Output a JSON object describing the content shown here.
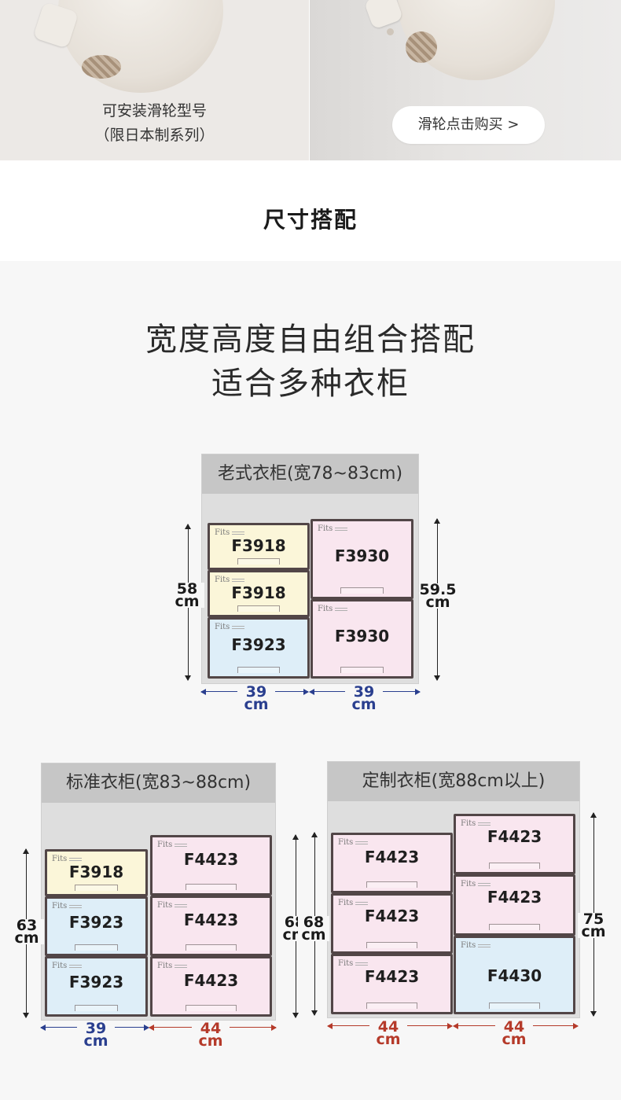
{
  "promo": {
    "left_caption_line1": "可安装滑轮型号",
    "left_caption_line2": "（限日本制系列）",
    "buy_button": "滑轮点击购买 >"
  },
  "section": {
    "title": "尺寸搭配"
  },
  "headline": {
    "line1": "宽度高度自由组合搭配",
    "line2": "适合多种衣柜"
  },
  "brand": "Fits",
  "wardrobes": [
    {
      "title": "老式衣柜(宽78~83cm)",
      "left_column": [
        "F3918",
        "F3918",
        "F3923"
      ],
      "right_column": [
        "F3930",
        "F3930"
      ],
      "left_height": {
        "value": "58",
        "unit": "cm"
      },
      "right_height": {
        "value": "59.5",
        "unit": "cm"
      },
      "left_width": {
        "value": "39",
        "unit": "cm"
      },
      "right_width": {
        "value": "39",
        "unit": "cm"
      }
    },
    {
      "title": "标准衣柜(宽83~88cm)",
      "left_column": [
        "F3918",
        "F3923",
        "F3923"
      ],
      "right_column": [
        "F4423",
        "F4423",
        "F4423"
      ],
      "left_height": {
        "value": "63",
        "unit": "cm"
      },
      "right_height": {
        "value": "68",
        "unit": "cm"
      },
      "left_width": {
        "value": "39",
        "unit": "cm"
      },
      "right_width": {
        "value": "44",
        "unit": "cm"
      }
    },
    {
      "title": "定制衣柜(宽88cm以上)",
      "left_column": [
        "F4423",
        "F4423",
        "F4423"
      ],
      "right_column": [
        "F4423",
        "F4423",
        "F4430"
      ],
      "left_height": {
        "value": "68",
        "unit": "cm"
      },
      "right_height": {
        "value": "75",
        "unit": "cm"
      },
      "left_width": {
        "value": "44",
        "unit": "cm"
      },
      "right_width": {
        "value": "44",
        "unit": "cm"
      }
    }
  ],
  "colors": {
    "yellow_box": "#fbf6d9",
    "blue_box": "#deeef8",
    "pink_box": "#f9e6ef",
    "width_39": "#2a3f8f",
    "width_44": "#b53a2a"
  }
}
